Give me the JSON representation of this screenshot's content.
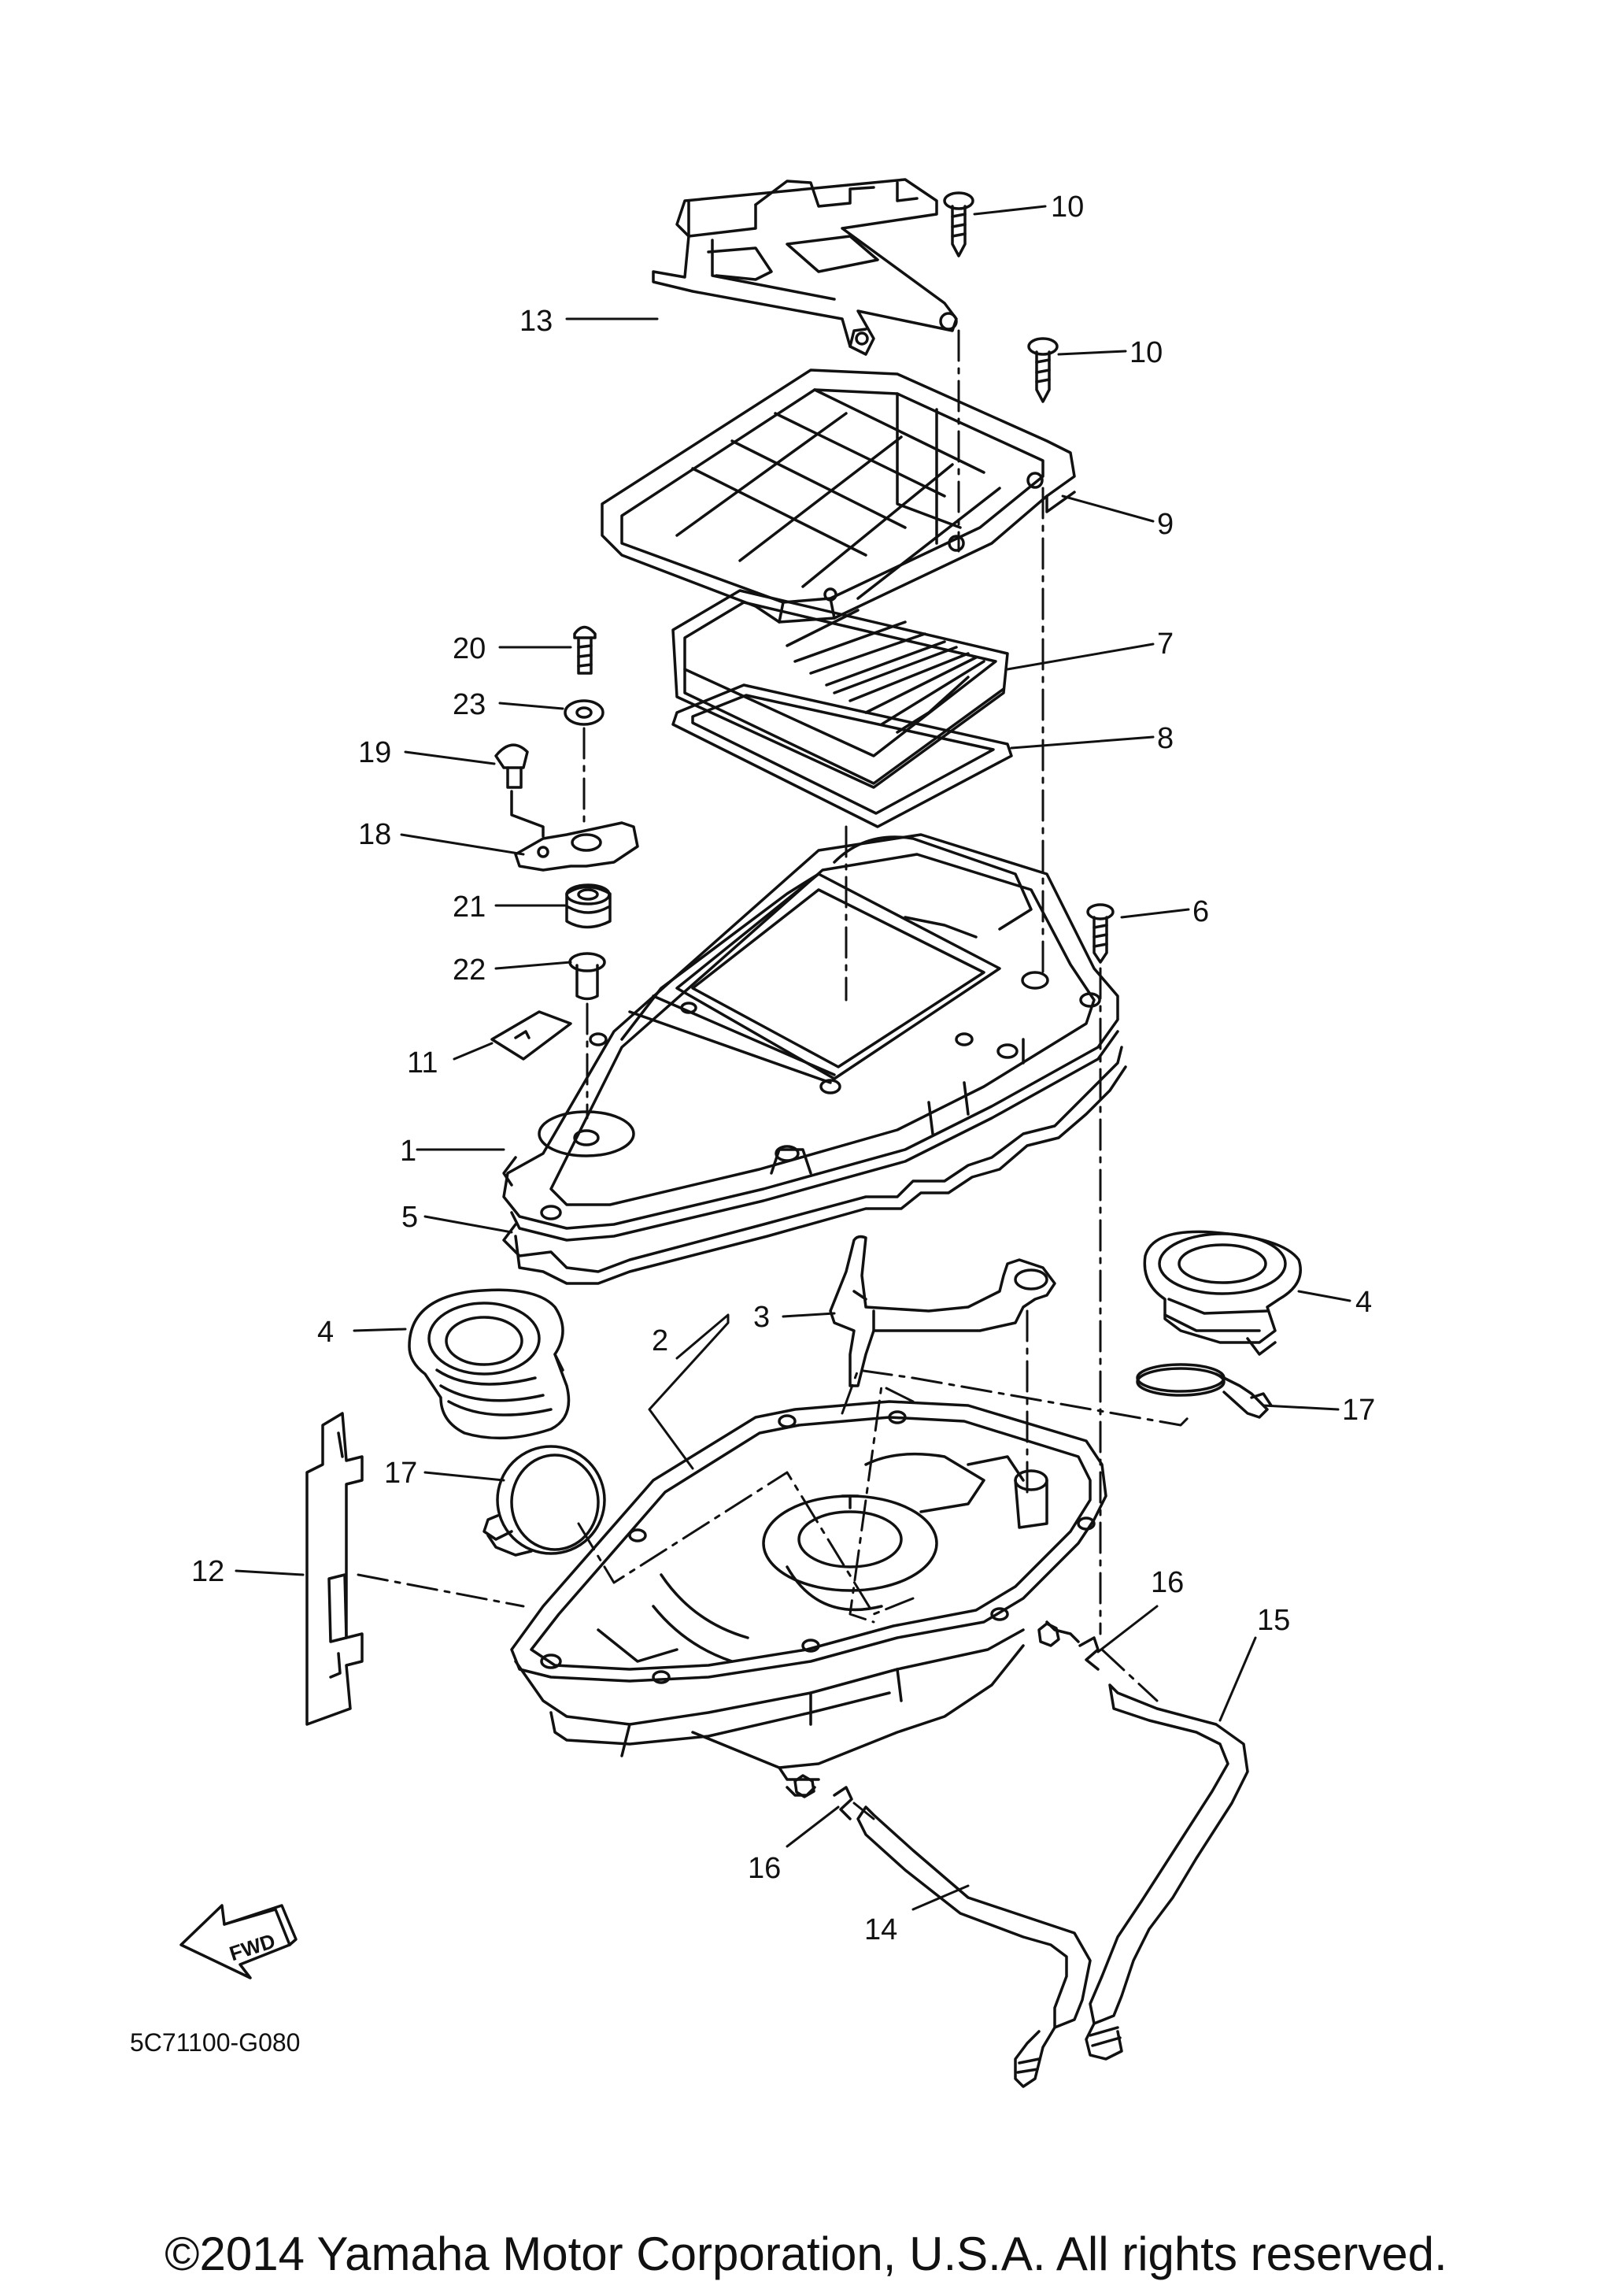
{
  "callouts": {
    "c1": "1",
    "c2": "2",
    "c3": "3",
    "c4a": "4",
    "c4b": "4",
    "c5": "5",
    "c6": "6",
    "c7": "7",
    "c8": "8",
    "c9": "9",
    "c10a": "10",
    "c10b": "10",
    "c11": "11",
    "c12": "12",
    "c13": "13",
    "c14": "14",
    "c15": "15",
    "c16a": "16",
    "c16b": "16",
    "c17a": "17",
    "c17b": "17",
    "c18": "18",
    "c19": "19",
    "c20": "20",
    "c21": "21",
    "c22": "22",
    "c23": "23"
  },
  "fwd_label": "FWD",
  "diagram_code": "5C71100-G080",
  "copyright": "©2014 Yamaha Motor Corporation, U.S.A. All rights reserved."
}
